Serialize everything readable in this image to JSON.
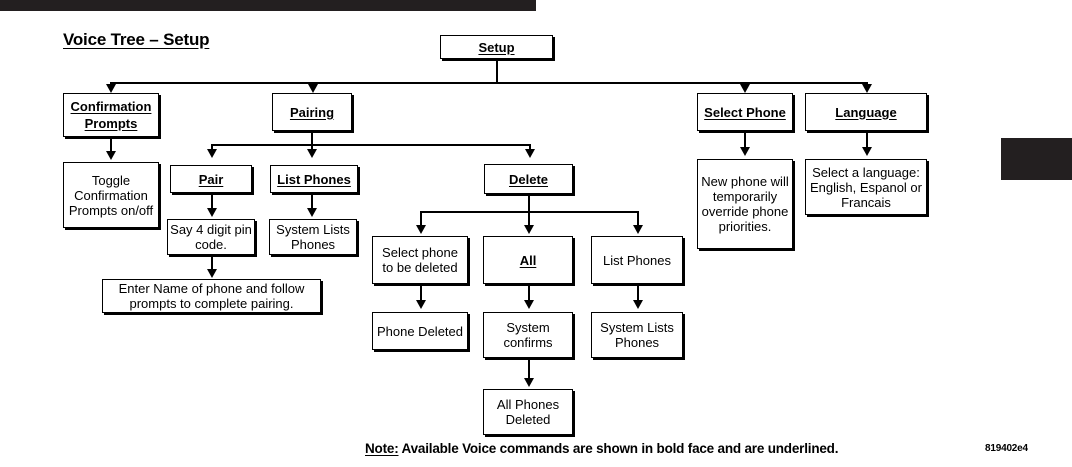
{
  "page": {
    "title": "Voice Tree – Setup",
    "doc_code": "819402e4",
    "colors": {
      "ink": "#000000",
      "bar": "#231f20",
      "paper": "#ffffff"
    }
  },
  "note": {
    "lead": "Note:",
    "text": " Available Voice commands are shown in bold face and are underlined."
  },
  "tree": {
    "root": {
      "label": "Setup",
      "voice_command": true
    },
    "nodes": {
      "confirmation_prompts": {
        "label": "Confirmation Prompts",
        "voice_command": true
      },
      "toggle_confirmation": {
        "label": "Toggle Confirmation Prompts on/off",
        "voice_command": false
      },
      "pairing": {
        "label": "Pairing",
        "voice_command": true
      },
      "pair": {
        "label": "Pair",
        "voice_command": true
      },
      "say_pin": {
        "label": "Say 4 digit pin code.",
        "voice_command": false
      },
      "enter_name": {
        "label": "Enter Name of phone and follow prompts to complete pairing.",
        "voice_command": false
      },
      "list_phones_pairing": {
        "label": "List Phones",
        "voice_command": true
      },
      "system_lists_phones_pairing": {
        "label": "System Lists Phones",
        "voice_command": false
      },
      "delete": {
        "label": "Delete",
        "voice_command": true
      },
      "select_phone_delete": {
        "label": "Select phone to be deleted",
        "voice_command": false
      },
      "phone_deleted": {
        "label": "Phone Deleted",
        "voice_command": false
      },
      "all": {
        "label": "All",
        "voice_command": true
      },
      "system_confirms": {
        "label": "System confirms",
        "voice_command": false
      },
      "all_phones_deleted": {
        "label": "All Phones Deleted",
        "voice_command": false
      },
      "list_phones_delete": {
        "label": "List Phones",
        "voice_command": false
      },
      "system_lists_phones_delete": {
        "label": "System Lists Phones",
        "voice_command": false
      },
      "select_phone": {
        "label": "Select Phone",
        "voice_command": true
      },
      "new_phone_override": {
        "label": "New phone will temporarily override phone priorities.",
        "voice_command": false
      },
      "language": {
        "label": "Language",
        "voice_command": true
      },
      "select_a_language": {
        "label": "Select a language: English, Espanol or Francais",
        "voice_command": false
      }
    }
  }
}
